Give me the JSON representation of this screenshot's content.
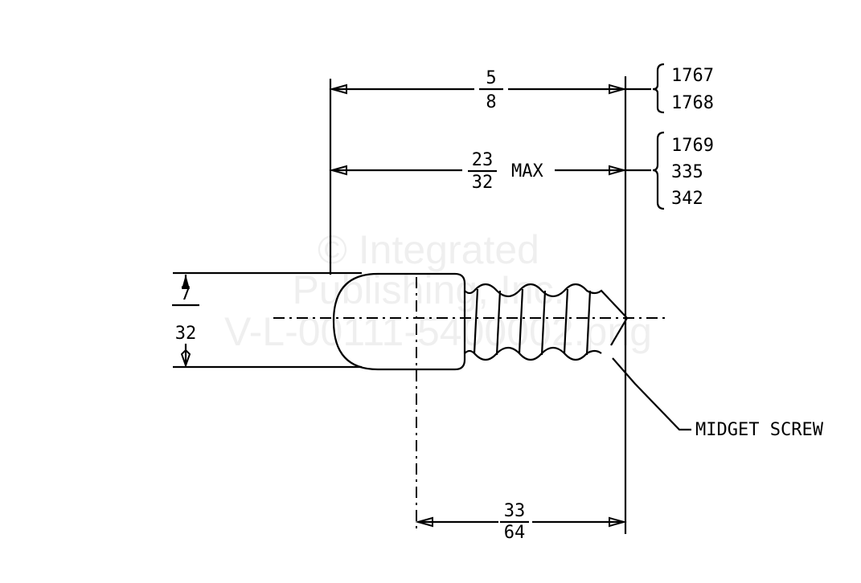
{
  "dimensions": {
    "overall_length": {
      "numerator": "5",
      "denominator": "8"
    },
    "max_length": {
      "numerator": "23",
      "denominator": "32",
      "suffix": "MAX"
    },
    "diameter": {
      "numerator": "7",
      "denominator": "32"
    },
    "base_length": {
      "numerator": "33",
      "denominator": "64"
    }
  },
  "lamp_numbers_group_1": [
    "1767",
    "1768"
  ],
  "lamp_numbers_group_2": [
    "1769",
    "335",
    "342"
  ],
  "callout": "MIDGET SCREW",
  "watermark": [
    "© Integrated",
    "Publishing, Inc.",
    "V-L-00111-5400002.png"
  ]
}
